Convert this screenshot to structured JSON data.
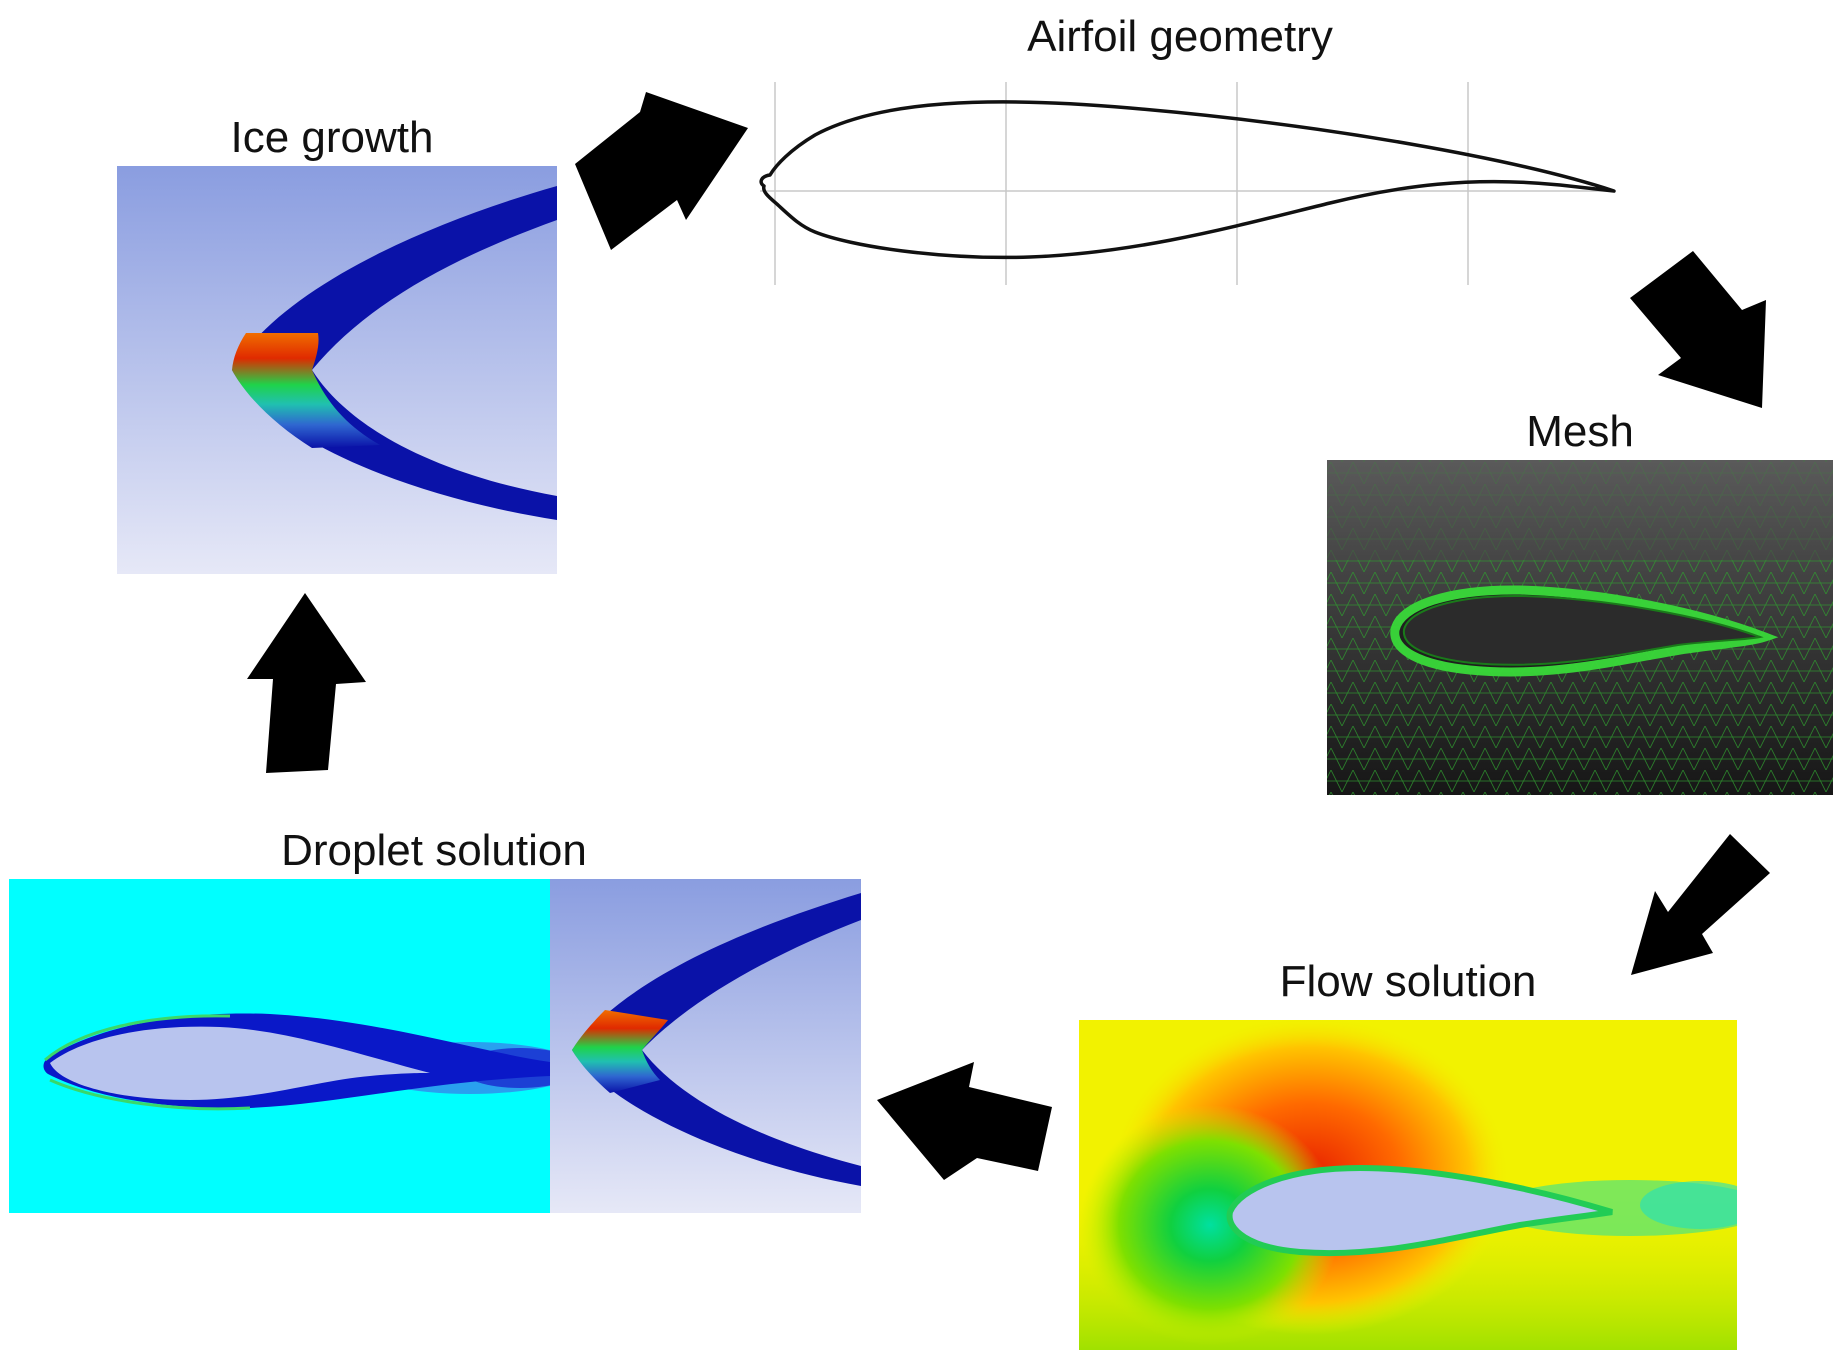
{
  "steps": {
    "airfoil": {
      "title": "Airfoil geometry"
    },
    "mesh": {
      "title": "Mesh"
    },
    "flow": {
      "title": "Flow solution"
    },
    "droplet": {
      "title": "Droplet solution"
    },
    "ice": {
      "title": "Ice growth"
    }
  },
  "colors": {
    "arrow": "#000000",
    "mesh_line": "#3cc63c",
    "droplet_bg": "#00ffff",
    "ice_band": "#0a12a8",
    "flow_bg": "#f2f200"
  },
  "cycle_order": [
    "Airfoil geometry",
    "Mesh",
    "Flow solution",
    "Droplet solution",
    "Ice growth"
  ]
}
